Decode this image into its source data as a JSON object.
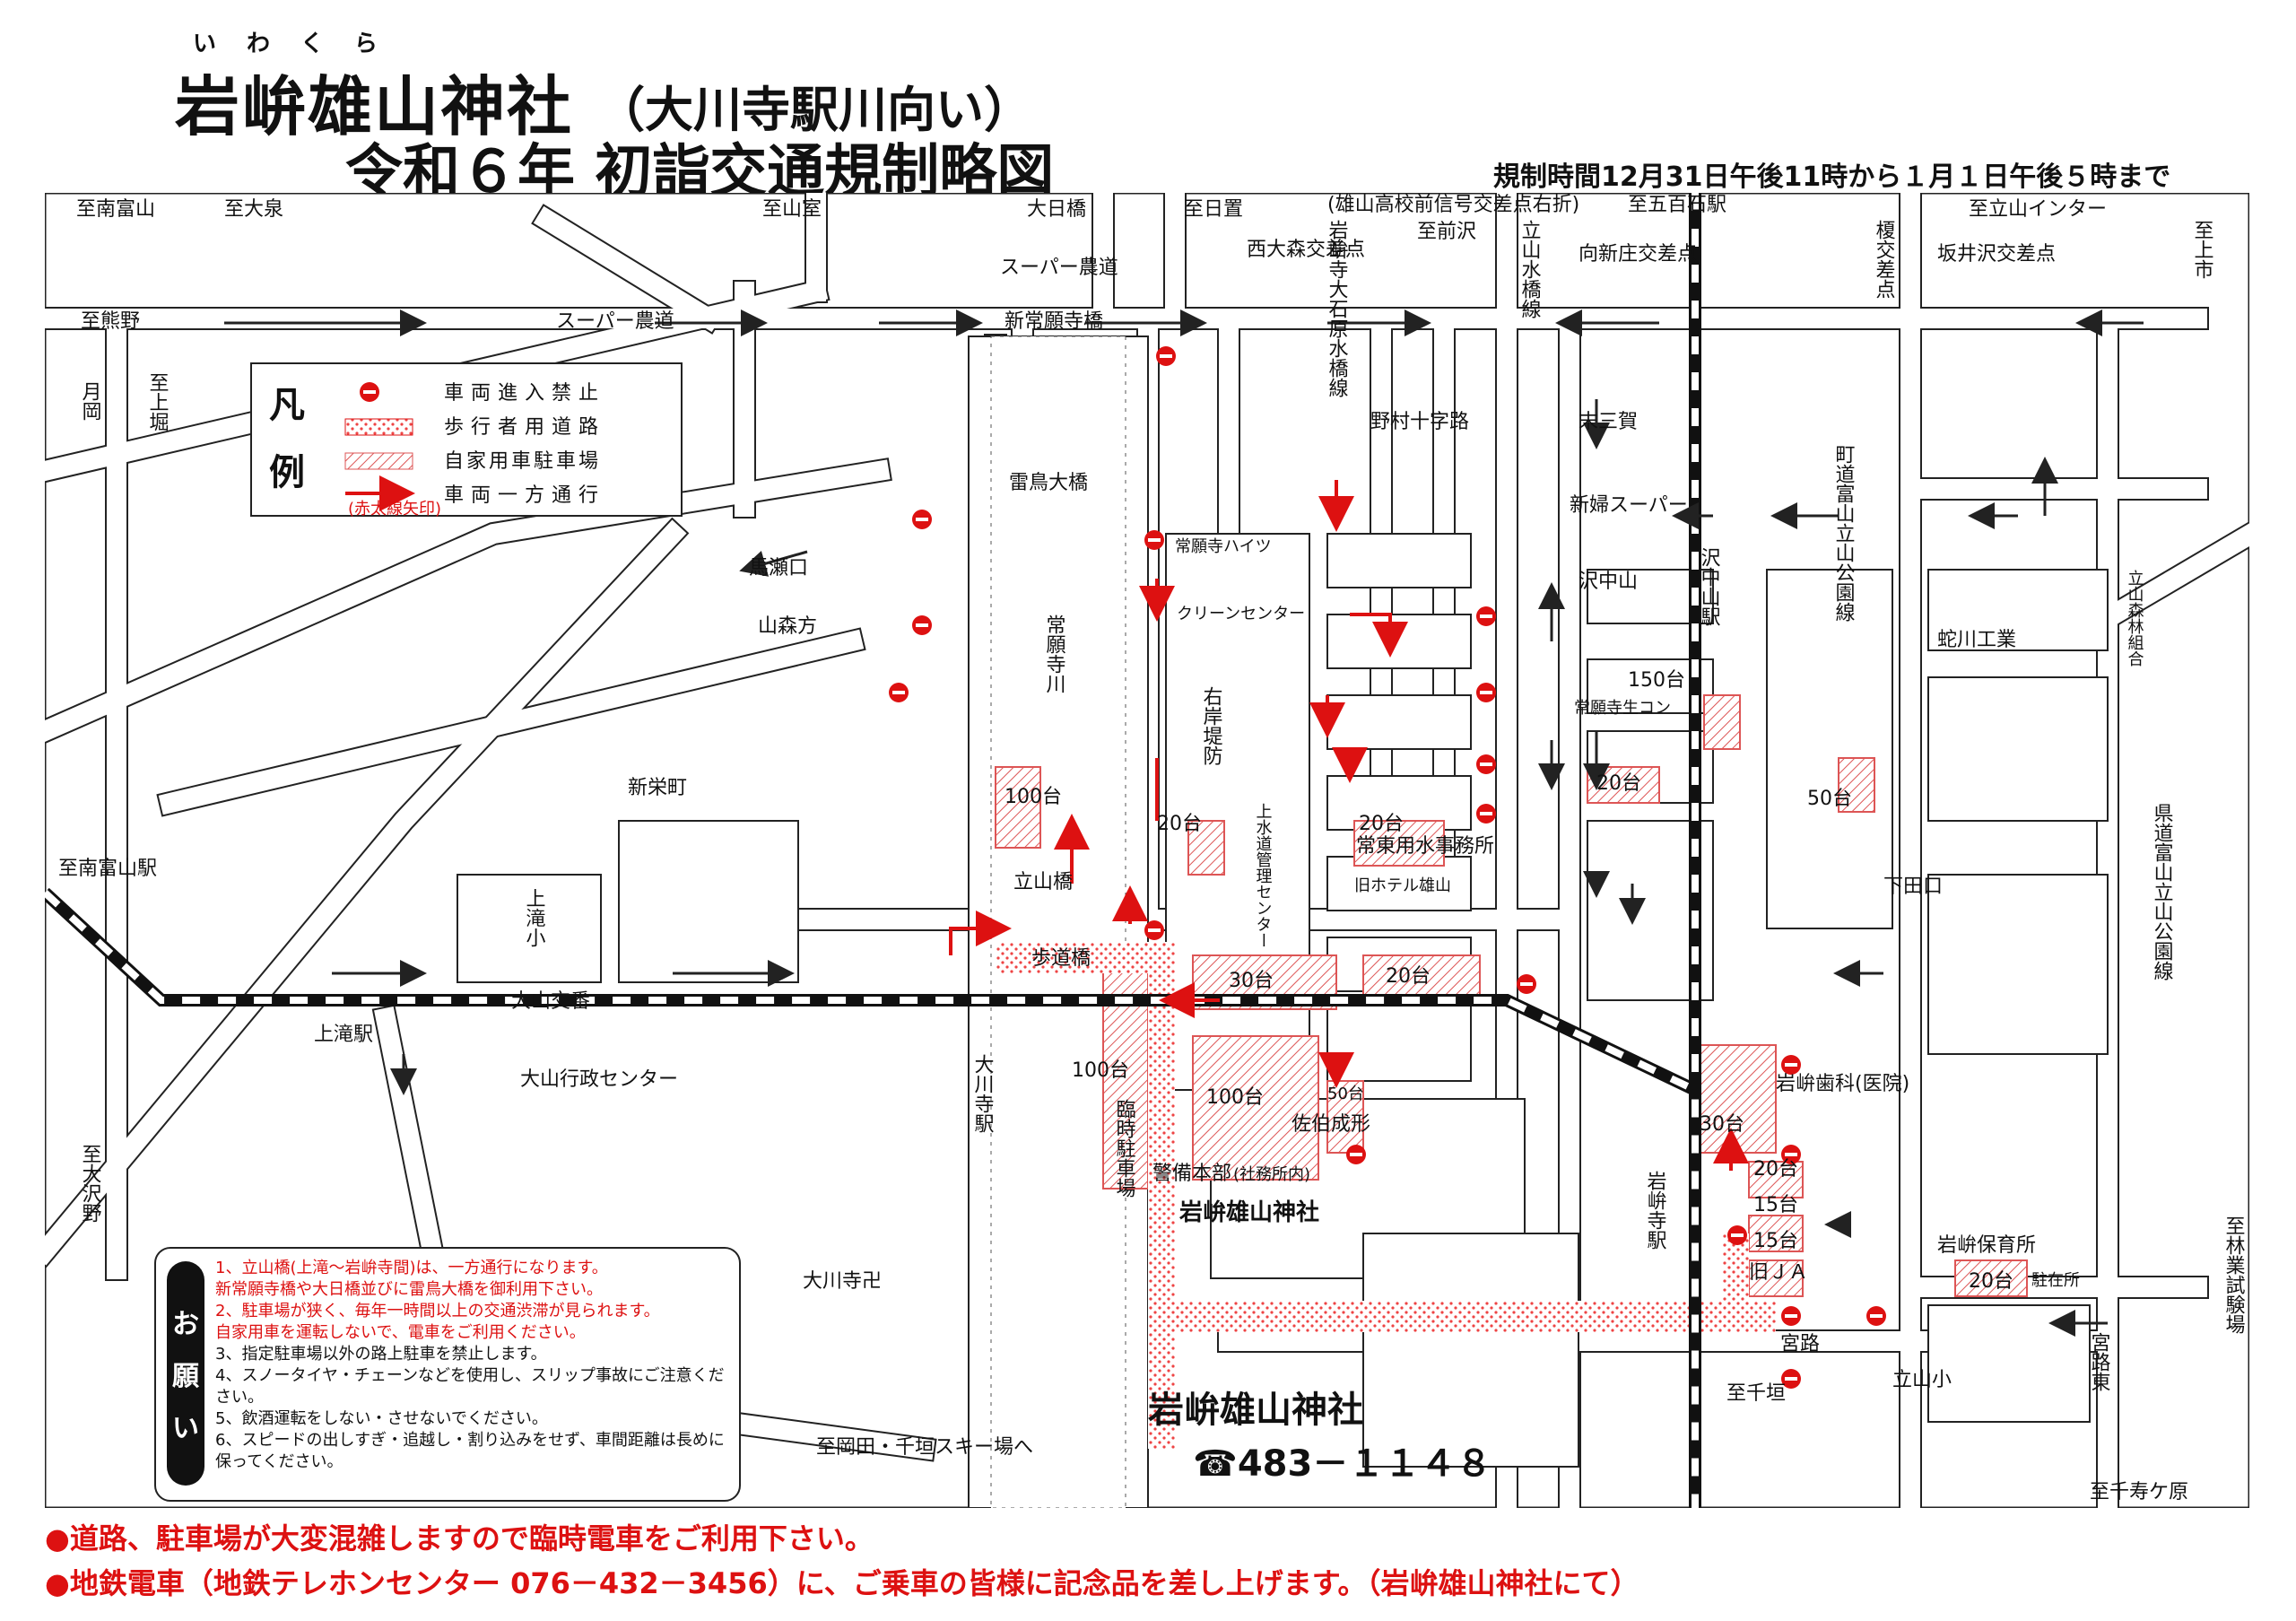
{
  "title": {
    "ruby": "いわくら",
    "main": "岩峅雄山神社",
    "sub": "（大川寺駅川向い）",
    "year_line": "令和６年 初詣交通規制略図"
  },
  "regulation_time": "規制時間12月31日午後11時から１月１日午後５時まで",
  "legend": {
    "heading": [
      "凡",
      "例"
    ],
    "items": [
      {
        "icon": "no-entry-icon",
        "label": "車両進入禁止"
      },
      {
        "icon": "pedestrian-road-icon",
        "label": "歩行者用道路"
      },
      {
        "icon": "parking-hatch-icon",
        "label": "自家用車駐車場"
      },
      {
        "icon": "red-arrow-icon",
        "label": "車両一方通行"
      }
    ],
    "arrow_note": "(赤太線矢印)"
  },
  "places": {
    "to_minami_toyama": "至南富山",
    "to_oizumi": "至大泉",
    "to_yamamuro": "至山室",
    "ohibashi": "大日橋",
    "to_hioki": "至日置",
    "signal_note": "(雄山高校前信号交差点右折)",
    "to_gohyakkoku": "至五百石駅",
    "to_tateyama_ic": "至立山インター",
    "to_kamiichi": "至上市",
    "super_nodo_top": "スーパー農道",
    "nishi_omori": "西大森交差点",
    "iwakuraji_line": "岩峅寺大石原水橋線",
    "to_maezawa": "至前沢",
    "tateyama_mizuhashi": "立山水橋線",
    "mukaishinjo": "向新庄交差点",
    "enoki": "榎交差点",
    "sakaiizawa": "坂井沢交差点",
    "to_kumano": "至熊野",
    "super_nodo": "スーパー農道",
    "shinjoganji_bridge": "新常願寺橋",
    "tsukioka": "月岡",
    "to_kamidaki": "至上堀",
    "nomura": "野村十字路",
    "suemiga": "末三賀",
    "machi_road": "町道富山立山公園線",
    "raicho_bridge": "雷鳥大橋",
    "shinfu_super": "新婦スーパー",
    "mase": "馬瀬口",
    "yamamorigata": "山森方",
    "joganjigawa": "常願寺川",
    "joganji_heights": "常願寺ハイツ",
    "clean_center": "クリーンセンター",
    "ugan_teibou": "右岸堤防",
    "sawanakayama": "沢中山",
    "sawanakayama_sta": "沢中山駅",
    "tateyama_shinrin": "立山森林組合",
    "kagawa_kogyo": "蛇川工業",
    "joganji_seicon": "常願寺生コン",
    "p150": "150台",
    "shineimachi": "新栄町",
    "p100a": "100台",
    "p20a": "20台",
    "jousuido": "上水道管理センター",
    "p20b": "20台",
    "jotoyo": "常東用水事務所",
    "p20c": "20台",
    "p50a": "50台",
    "kenro": "県道富山立山公園線",
    "to_minami_toyama_sta": "至南富山駅",
    "kamidaki_sho": "上滝小",
    "tateyama_bridge": "立山橋",
    "hotel_oyama": "旧ホテル雄山",
    "shimodaguchi": "下田口",
    "hodou_bridge": "歩道橋",
    "p30a": "30台",
    "p20d": "20台",
    "oyama_koban": "大山交番",
    "kamidaki_sta": "上滝駅",
    "oyama_center": "大山行政センター",
    "okawaji_sta": "大川寺駅",
    "p100b": "100台",
    "rinji_parking": "臨時駐車場",
    "p100c": "100台",
    "p50b": "50台",
    "saeki": "佐伯成形",
    "iwakura_dental": "岩峅歯科(医院)",
    "p30b": "30台",
    "to_osawano": "至大沢野",
    "keibi": "警備本部",
    "keibi_note": "(社務所内)",
    "shrine_small": "岩峅雄山神社",
    "iwakuraji_sta": "岩峅寺駅",
    "p20e": "20台",
    "p15a": "15台",
    "p15b": "15台",
    "old_ja": "旧ＪＡ",
    "iwakura_nursery": "岩峅保育所",
    "p20f": "20台",
    "chuzaisho": "駐在所",
    "okawaji_temple": "大川寺卍",
    "miyaji": "宮路",
    "to_senkaki": "至千垣",
    "tateyama_sho": "立山小",
    "miyaji_higashi": "宮路東",
    "to_ringyo": "至林業試験場",
    "to_okada": "至岡田・千垣スキー場へ",
    "to_chitosegahara": "至千寿ケ原"
  },
  "shrine_contact": {
    "name": "岩峅雄山神社",
    "phone": "☎483－１１４８"
  },
  "notice": {
    "tab": [
      "お",
      "願",
      "い"
    ],
    "items": [
      {
        "text": "1、立山橋(上滝～岩峅寺間)は、一方通行になります。\n新常願寺橋や大日橋並びに雷鳥大橋を御利用下さい。",
        "color": "red"
      },
      {
        "text": "2、駐車場が狭く、毎年一時間以上の交通渋滞が見られます。\n自家用車を運転しないで、電車をご利用ください。",
        "color": "red"
      },
      {
        "text": "3、指定駐車場以外の路上駐車を禁止します。",
        "color": "black"
      },
      {
        "text": "4、スノータイヤ・チェーンなどを使用し、スリップ事故にご注意ください。",
        "color": "black"
      },
      {
        "text": "5、飲酒運転をしない・させないでください。",
        "color": "black"
      },
      {
        "text": "6、スピードの出しすぎ・追越し・割り込みをせず、車間距離は長めに保ってください。",
        "color": "black"
      }
    ]
  },
  "bottom_notes": [
    "●道路、駐車場が大変混雑しますので臨時電車をご利用下さい。",
    "●地鉄電車（地鉄テレホンセンター 076－432－3456）に、ご乗車の皆様に記念品を差し上げます。（岩峅雄山神社にて）"
  ],
  "colors": {
    "restriction_red": "#d11111",
    "road_line": "#222222",
    "railway": "#111111"
  }
}
